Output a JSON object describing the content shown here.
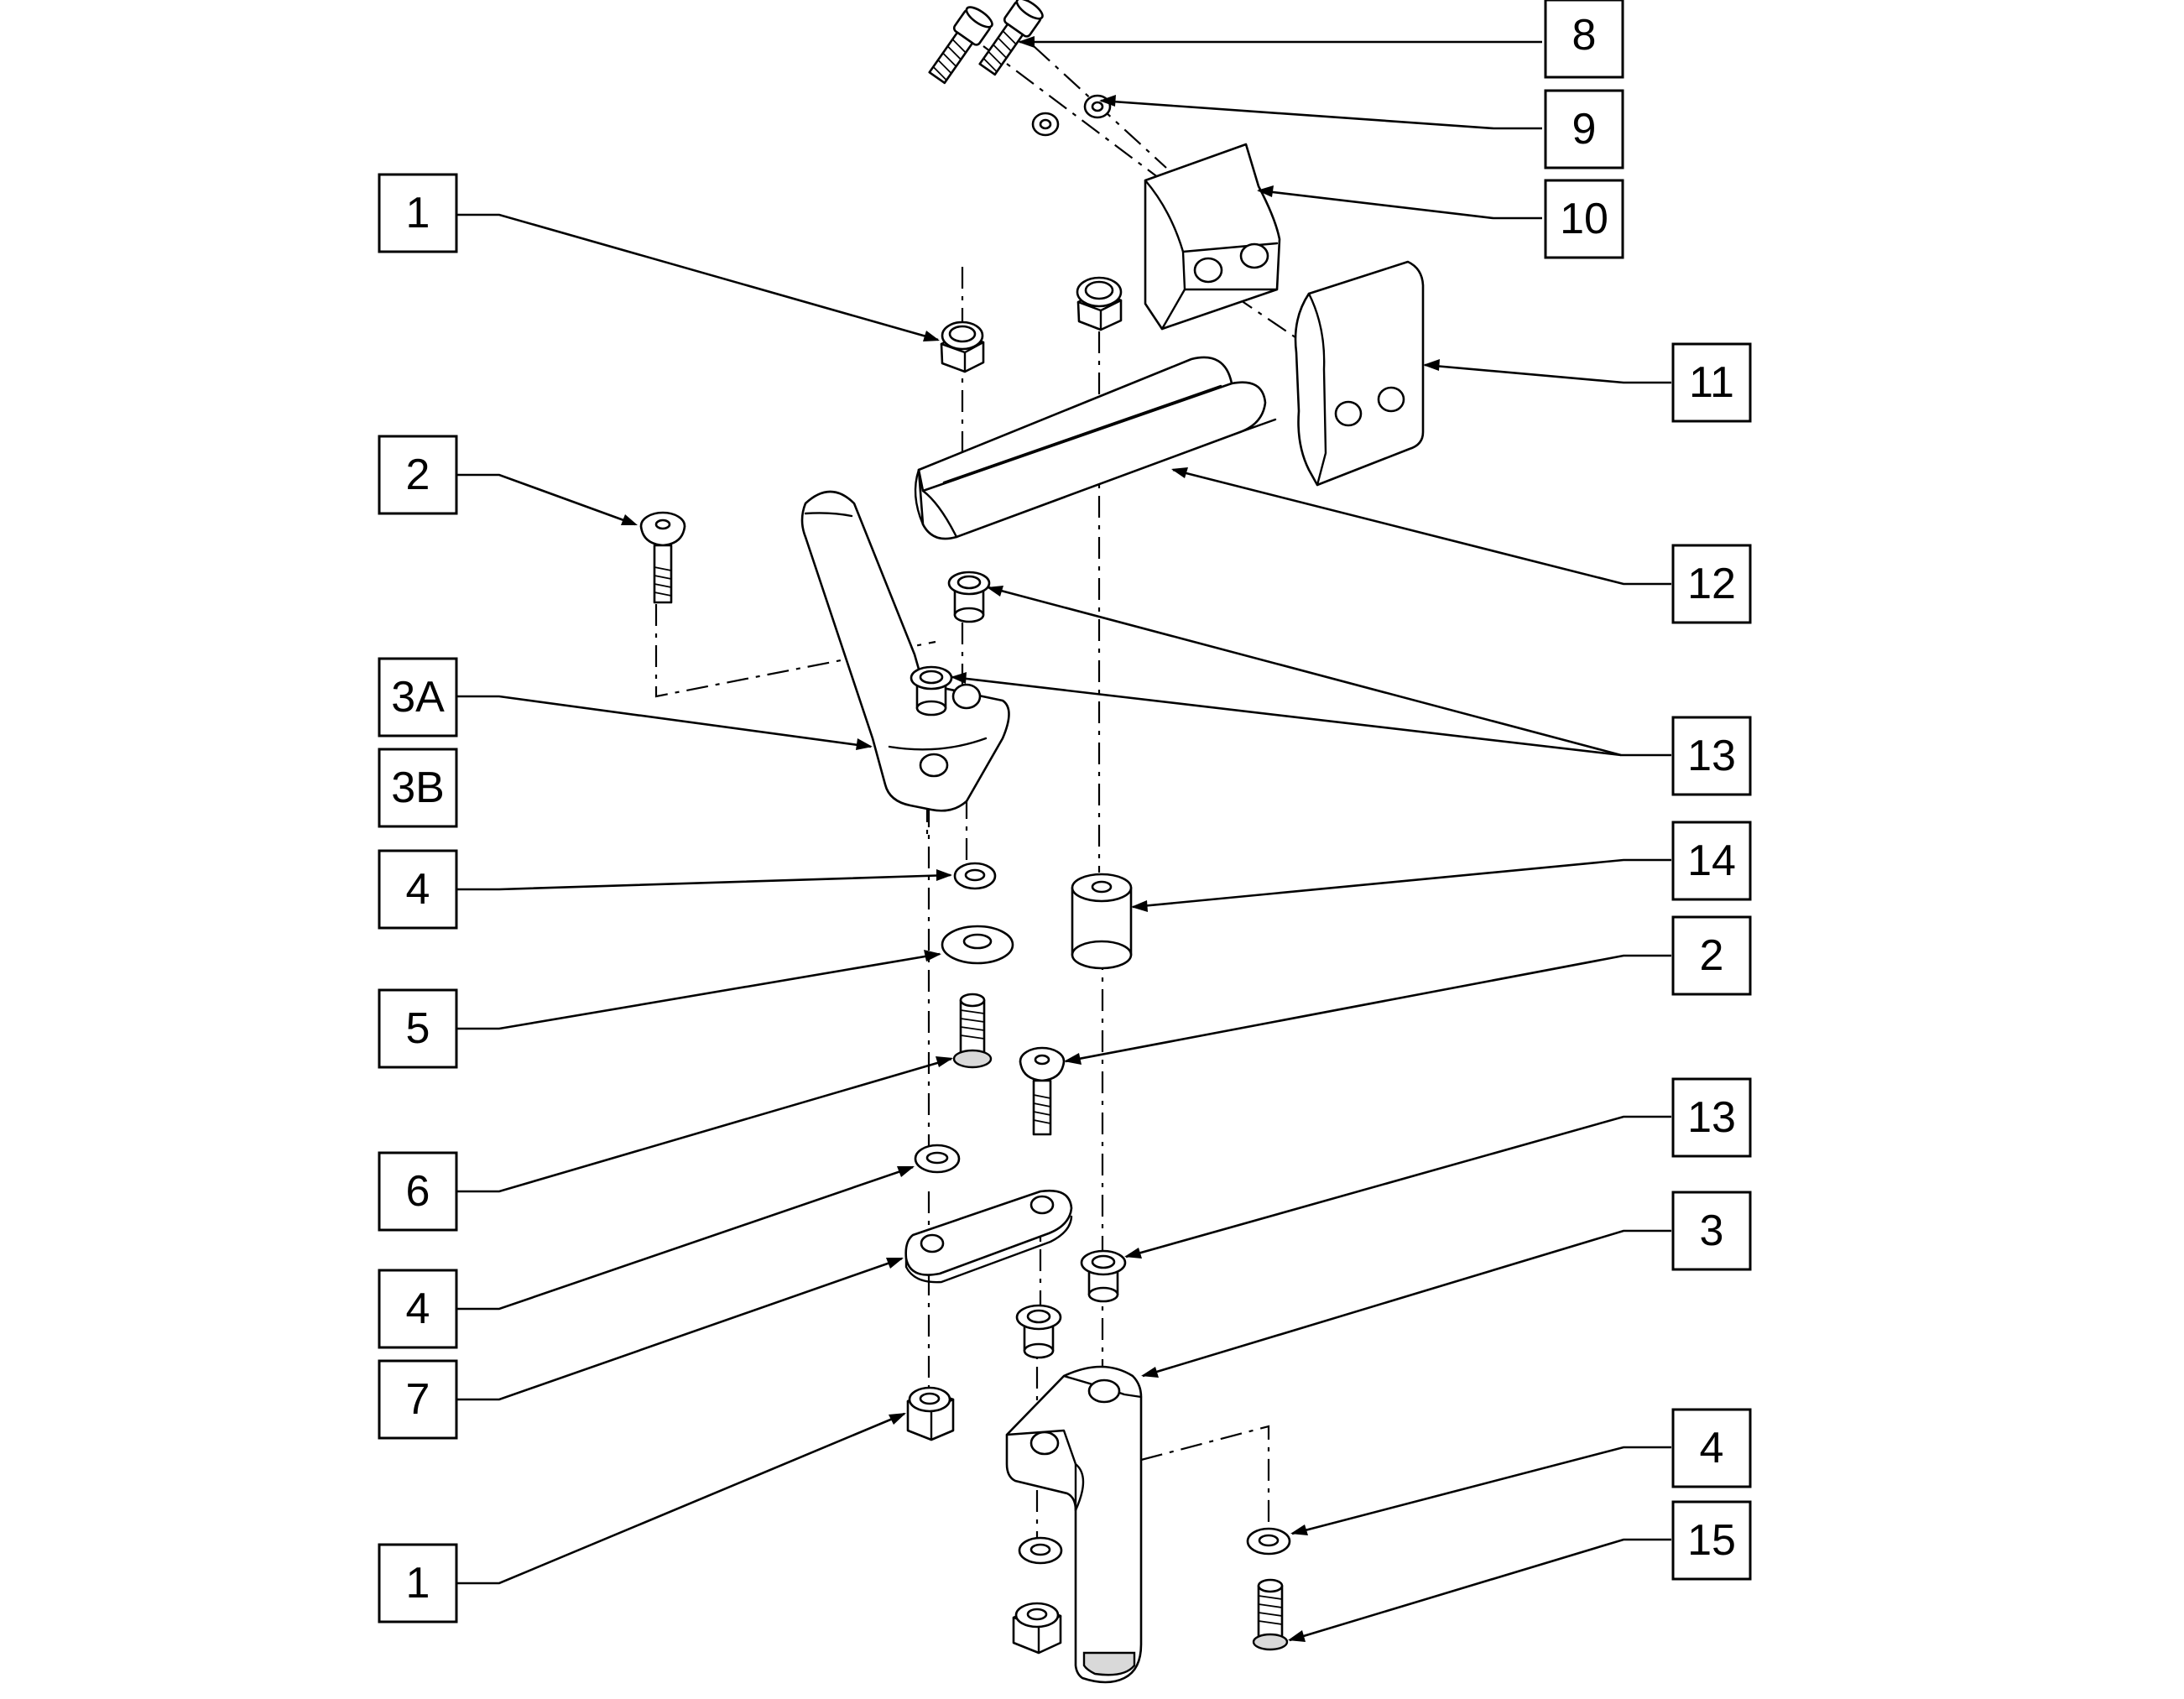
{
  "diagram": {
    "callouts": [
      {
        "id": "c8",
        "label": "8"
      },
      {
        "id": "c9",
        "label": "9"
      },
      {
        "id": "c10",
        "label": "10"
      },
      {
        "id": "c1a",
        "label": "1"
      },
      {
        "id": "c11",
        "label": "11"
      },
      {
        "id": "c2a",
        "label": "2"
      },
      {
        "id": "c12",
        "label": "12"
      },
      {
        "id": "c3a",
        "label": "3A"
      },
      {
        "id": "c3b",
        "label": "3B"
      },
      {
        "id": "c13a",
        "label": "13"
      },
      {
        "id": "c14",
        "label": "14"
      },
      {
        "id": "c4a",
        "label": "4"
      },
      {
        "id": "c2b",
        "label": "2"
      },
      {
        "id": "c5",
        "label": "5"
      },
      {
        "id": "c13b",
        "label": "13"
      },
      {
        "id": "c6",
        "label": "6"
      },
      {
        "id": "c3",
        "label": "3"
      },
      {
        "id": "c4b",
        "label": "4"
      },
      {
        "id": "c7",
        "label": "7"
      },
      {
        "id": "c4c",
        "label": "4"
      },
      {
        "id": "c15",
        "label": "15"
      },
      {
        "id": "c1b",
        "label": "1"
      }
    ],
    "parts": [
      "hex-nut",
      "button-head-screw",
      "lower-bracket",
      "swing-arm",
      "small-washer",
      "large-washer",
      "shoulder-bolt",
      "link-plate",
      "socket-head-screw",
      "lock-washer",
      "clamp-block",
      "clamp-plate",
      "channel-bar",
      "flanged-bushing",
      "spacer-tube",
      "short-screw"
    ],
    "colors": {
      "line": "#000000",
      "background": "#ffffff",
      "shade": "#d9d9d9"
    }
  }
}
